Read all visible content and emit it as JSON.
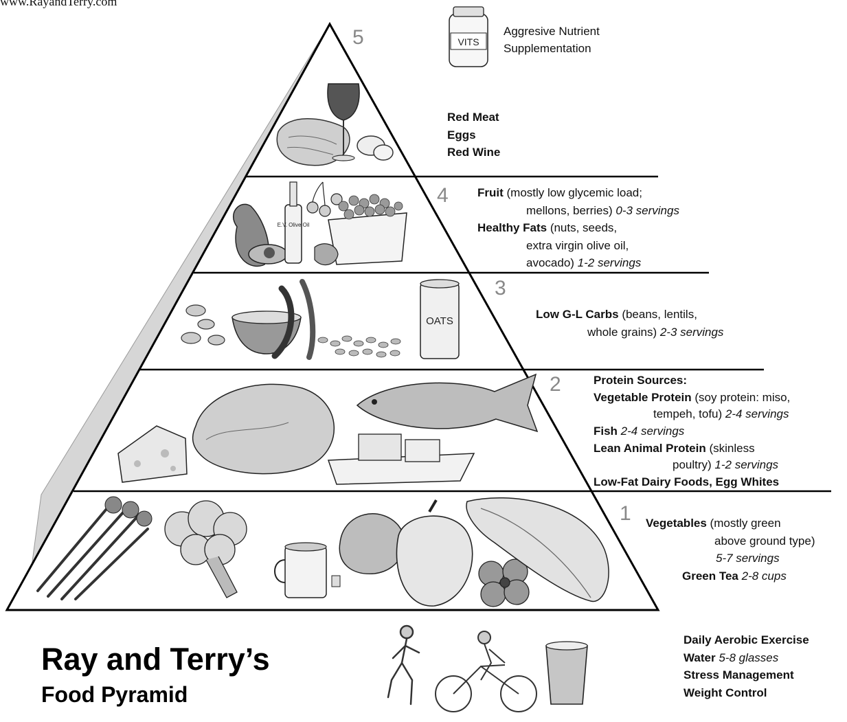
{
  "website": "www.RayandTerry.com",
  "title": "Ray and Terry’s",
  "subtitle": "Food Pyramid",
  "vitamin_label": "VITS",
  "tiers": {
    "t5": {
      "number": "5",
      "line1": "Aggresive Nutrient",
      "line2": "Supplementation"
    },
    "top": {
      "items": [
        "Red Meat",
        "Eggs",
        "Red Wine"
      ]
    },
    "t4": {
      "number": "4",
      "fruit_bold": "Fruit",
      "fruit_rest": " (mostly low glycemic load;",
      "fruit_line2": "mellons, berries) ",
      "fruit_serv": "0-3 servings",
      "fats_bold": "Healthy Fats",
      "fats_rest": " (nuts, seeds,",
      "fats_line2": "extra virgin olive oil,",
      "fats_line3": "avocado) ",
      "fats_serv": "1-2 servings",
      "oil_label": "E.V. Olive Oil"
    },
    "t3": {
      "number": "3",
      "bold": "Low G-L Carbs",
      "rest": " (beans, lentils,",
      "line2": "whole grains) ",
      "serv": "2-3 servings",
      "oats_label": "OATS"
    },
    "t2": {
      "number": "2",
      "header": "Protein Sources:",
      "veg_bold": "Vegetable Protein",
      "veg_rest": " (soy protein: miso,",
      "veg_line2": "tempeh, tofu) ",
      "veg_serv": "2-4 servings",
      "fish_bold": "Fish",
      "fish_serv": " 2-4 servings",
      "lean_bold": "Lean Animal Protein",
      "lean_rest": " (skinless",
      "lean_line2": "poultry) ",
      "lean_serv": "1-2 servings",
      "dairy": "Low-Fat Dairy Foods, Egg Whites"
    },
    "t1": {
      "number": "1",
      "veg_bold": "Vegetables",
      "veg_rest": " (mostly green",
      "veg_line2": "above ground type)",
      "veg_serv": "5-7 servings",
      "tea_bold": "Green Tea",
      "tea_serv": " 2-8 cups"
    }
  },
  "lifestyle": {
    "exercise": "Daily Aerobic Exercise",
    "water_bold": "Water",
    "water_serv": " 5-8 glasses",
    "stress": "Stress Management",
    "weight": "Weight Control"
  }
}
